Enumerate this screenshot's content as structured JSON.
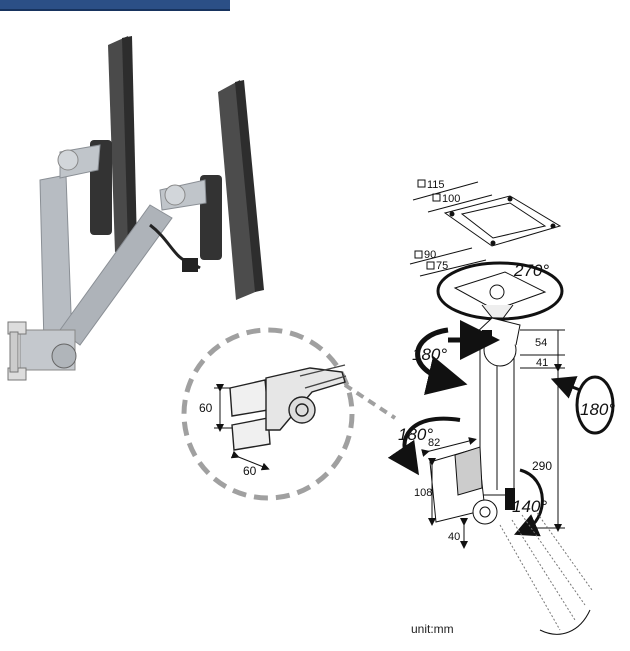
{
  "colors": {
    "header": "#2b4f86",
    "monitor": "#4a4a4a",
    "arm": "#b7bcc2",
    "dash": "#9a9a9a"
  },
  "dims": {
    "vesa_outer": "115",
    "vesa_inner": "100",
    "base_outer": "90",
    "base_inner": "75",
    "rot_top": "270°",
    "rot_left": "180°",
    "rot_right": "180°",
    "rot_mid": "180°",
    "rot_bottom": "140°",
    "h_54": "54",
    "h_41": "41",
    "h_290": "290",
    "w_82": "82",
    "h_108": "108",
    "h_40": "40",
    "clip_h": "60",
    "clip_w": "60"
  },
  "unit_label": "unit:mm"
}
